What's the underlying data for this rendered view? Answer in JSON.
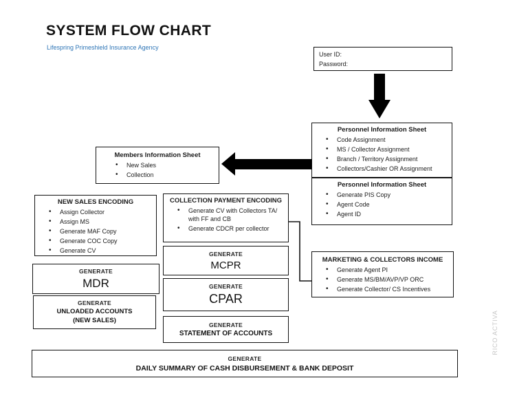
{
  "page": {
    "title": "SYSTEM FLOW CHART",
    "subtitle": "Lifespring Primeshield Insurance Agency",
    "watermark": "RICO ACTIVA"
  },
  "colors": {
    "subtitle_blue": "#2E75B6",
    "ink": "#111111",
    "watermark_gray": "#C6C6C6"
  },
  "login_box": {
    "user_id_label": "User ID:",
    "password_label": "Password:"
  },
  "boxes": {
    "personnel_1": {
      "title": "Personnel Information Sheet",
      "items": [
        "Code Assignment",
        "MS / Collector Assignment",
        "Branch / Territory Assignment",
        "Collectors/Cashier OR Assignment"
      ]
    },
    "personnel_2": {
      "title": "Personnel Information Sheet",
      "items": [
        "Generate PIS Copy",
        "Agent Code",
        "Agent ID"
      ]
    },
    "members": {
      "title": "Members Information Sheet",
      "items": [
        "New Sales",
        "Collection"
      ]
    },
    "new_sales": {
      "title": "NEW SALES ENCODING",
      "items": [
        "Assign Collector",
        "Assign MS",
        "Generate MAF Copy",
        "Generate COC Copy",
        "Generate CV"
      ]
    },
    "collection_payment": {
      "title": "COLLECTION PAYMENT ENCODING",
      "items": [
        "Generate CV with Collectors TA/ with FF and CB",
        "Generate CDCR per collector"
      ]
    },
    "marketing": {
      "title": "MARKETING & COLLECTORS INCOME",
      "items": [
        "Generate Agent PI",
        "Generate MS/BM/AVP/VP ORC",
        "Generate Collector/ CS Incentives"
      ]
    },
    "generate_mcpr": {
      "label": "GENERATE",
      "value": "MCPR"
    },
    "generate_cpar": {
      "label": "GENERATE",
      "value": "CPAR"
    },
    "generate_mdr": {
      "label": "GENERATE",
      "value": "MDR"
    },
    "generate_unloaded": {
      "label": "GENERATE",
      "lines": [
        "UNLOADED ACCOUNTS",
        "(NEW SALES)"
      ]
    },
    "generate_soa": {
      "label": "GENERATE",
      "value": "STATEMENT OF ACCOUNTS"
    },
    "generate_daily": {
      "label": "GENERATE",
      "value": "DAILY SUMMARY OF CASH DISBURSEMENT & BANK DEPOSIT"
    }
  }
}
